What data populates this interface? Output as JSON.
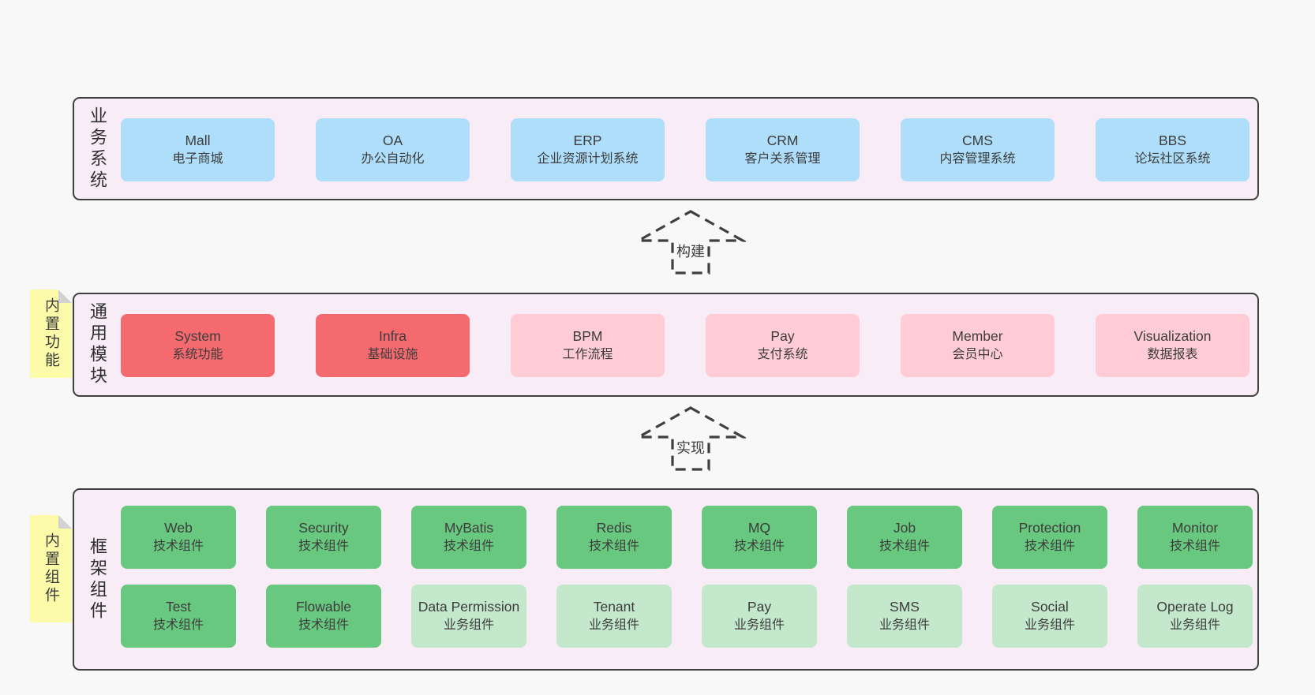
{
  "palette": {
    "page_bg": "#f9f8f9",
    "container_bg": "#f8edf6",
    "container_border": "#3f3f3f",
    "blue": "#aedefa",
    "red": "#f56a6e",
    "pink": "#ffccd5",
    "green": "#69c87f",
    "light_green": "#c4e8cc",
    "sticky_yellow": "#fcfba9",
    "text": "#3c3c3c"
  },
  "arrows": {
    "build": "构建",
    "implement": "实现"
  },
  "layers": {
    "business": {
      "label": "业务系统",
      "boxes": [
        {
          "name": "Mall",
          "desc": "电子商城"
        },
        {
          "name": "OA",
          "desc": "办公自动化"
        },
        {
          "name": "ERP",
          "desc": "企业资源计划系统"
        },
        {
          "name": "CRM",
          "desc": "客户关系管理"
        },
        {
          "name": "CMS",
          "desc": "内容管理系统"
        },
        {
          "name": "BBS",
          "desc": "论坛社区系统"
        }
      ]
    },
    "modules": {
      "label": "通用模块",
      "sticky": "内置功能",
      "boxes": [
        {
          "name": "System",
          "desc": "系统功能"
        },
        {
          "name": "Infra",
          "desc": "基础设施"
        },
        {
          "name": "BPM",
          "desc": "工作流程"
        },
        {
          "name": "Pay",
          "desc": "支付系统"
        },
        {
          "name": "Member",
          "desc": "会员中心"
        },
        {
          "name": "Visualization",
          "desc": "数据报表"
        }
      ]
    },
    "framework": {
      "label": "框架组件",
      "sticky": "内置组件",
      "row1": [
        {
          "name": "Web",
          "desc": "技术组件"
        },
        {
          "name": "Security",
          "desc": "技术组件"
        },
        {
          "name": "MyBatis",
          "desc": "技术组件"
        },
        {
          "name": "Redis",
          "desc": "技术组件"
        },
        {
          "name": "MQ",
          "desc": "技术组件"
        },
        {
          "name": "Job",
          "desc": "技术组件"
        },
        {
          "name": "Protection",
          "desc": "技术组件"
        },
        {
          "name": "Monitor",
          "desc": "技术组件"
        }
      ],
      "row2": [
        {
          "name": "Test",
          "desc": "技术组件"
        },
        {
          "name": "Flowable",
          "desc": "技术组件"
        },
        {
          "name": "Data Permission",
          "desc": "业务组件"
        },
        {
          "name": "Tenant",
          "desc": "业务组件"
        },
        {
          "name": "Pay",
          "desc": "业务组件"
        },
        {
          "name": "SMS",
          "desc": "业务组件"
        },
        {
          "name": "Social",
          "desc": "业务组件"
        },
        {
          "name": "Operate Log",
          "desc": "业务组件"
        }
      ]
    }
  }
}
